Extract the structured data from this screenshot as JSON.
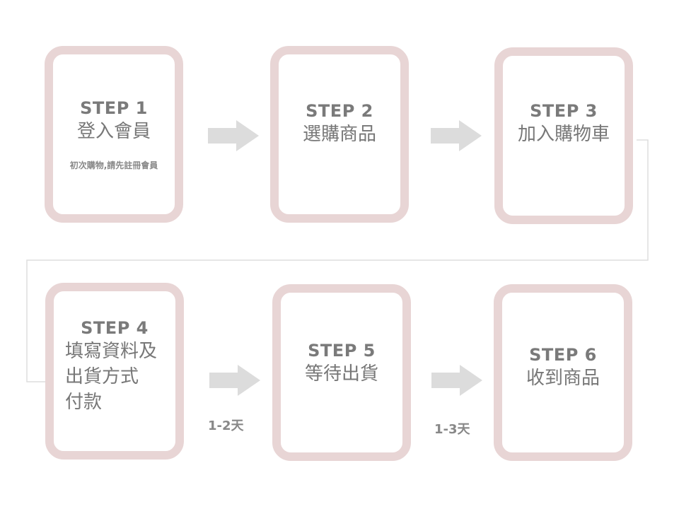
{
  "diagram": {
    "steps": [
      {
        "step": "STEP 1",
        "title": "登入會員",
        "note": "初次購物,請先註冊會員"
      },
      {
        "step": "STEP 2",
        "title": "選購商品"
      },
      {
        "step": "STEP 3",
        "title": "加入購物車"
      },
      {
        "step": "STEP 4",
        "title_lines": [
          "填寫資料及",
          "出貨方式",
          "付款"
        ]
      },
      {
        "step": "STEP 5",
        "title": "等待出貨"
      },
      {
        "step": "STEP 6",
        "title": "收到商品"
      }
    ],
    "durations": [
      "1-2天",
      "1-3天"
    ],
    "colors": {
      "card_border": "#e8d5d5",
      "arrow": "#dcdcdc",
      "connector": "#dddddd",
      "text": "#777777"
    }
  }
}
